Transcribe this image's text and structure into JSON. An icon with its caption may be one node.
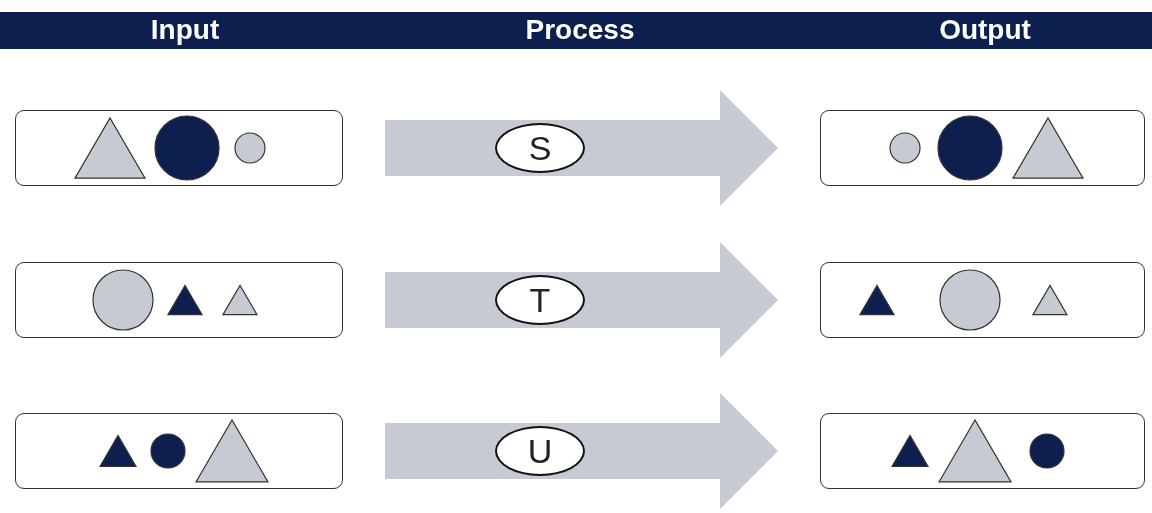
{
  "diagram": {
    "nodes": [
      {
        "text": [
          "Input",
          "Process",
          "Output"
        ]
      },
      {
        "text": [],
        "shape": "box"
      },
      {
        "text": [
          "S"
        ]
      },
      {
        "text": [],
        "shape": "box"
      },
      {
        "text": [],
        "shape": "box"
      },
      {
        "text": [
          "T"
        ]
      },
      {
        "text": [],
        "shape": "box"
      },
      {
        "text": [],
        "shape": "box"
      },
      {
        "text": [
          "U"
        ]
      },
      {
        "text": [],
        "shape": "box"
      }
    ],
    "edges": [
      {
        "from": 1,
        "to": 3,
        "arrow": "to",
        "style": "thick",
        "color": "#c5cad3"
      },
      {
        "from": 4,
        "to": 6,
        "arrow": "to",
        "style": "thick",
        "color": "#c5cad3"
      },
      {
        "from": 7,
        "to": 9,
        "arrow": "to",
        "style": "thick",
        "color": "#c5cad3"
      }
    ]
  }
}
